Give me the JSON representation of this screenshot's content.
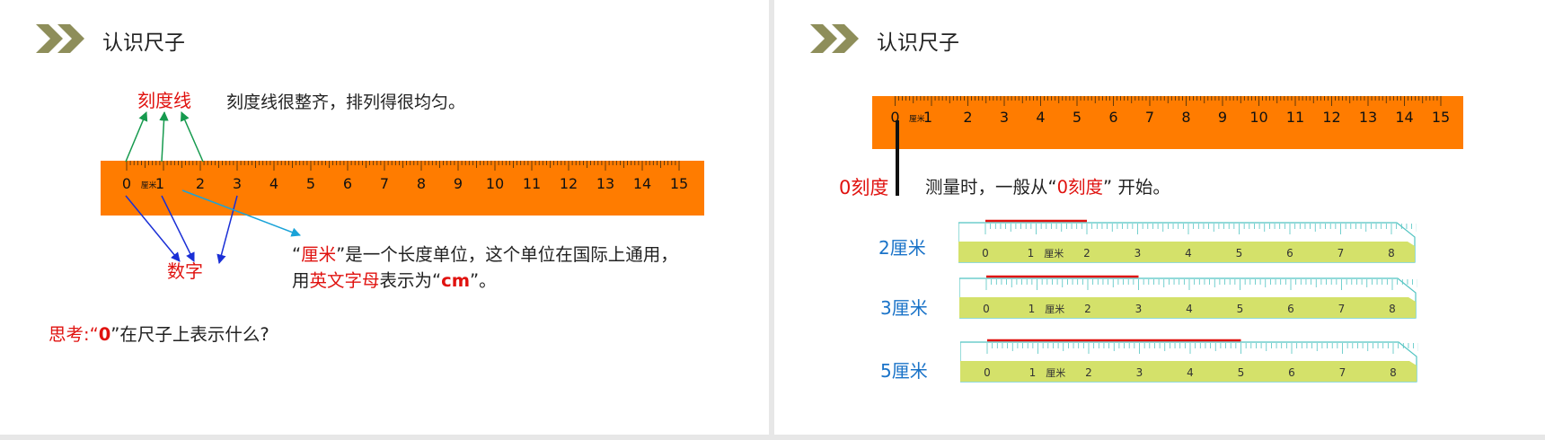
{
  "left": {
    "title": "认识尺子",
    "ruler": {
      "numbers": [
        "0",
        "1",
        "2",
        "3",
        "4",
        "5",
        "6",
        "7",
        "8",
        "9",
        "10",
        "11",
        "12",
        "13",
        "14",
        "15"
      ],
      "unit": "厘米"
    },
    "label_tick": "刻度线",
    "tick_desc": "刻度线很整齐，排列得很均匀。",
    "label_number": "数字",
    "cm_line1": {
      "q1": "“",
      "word": "厘米",
      "rest": "”是一个长度单位，这个单位在国际上通用，"
    },
    "cm_line2": {
      "a": "用",
      "word": "英文字母",
      "b": "表示为“",
      "cm": "cm",
      "c": "”。"
    },
    "think": {
      "label": "思考:“",
      "zero": "0",
      "rest": "”在尺子上表示什么?"
    }
  },
  "right": {
    "title": "认识尺子",
    "ruler": {
      "numbers": [
        "0",
        "1",
        "2",
        "3",
        "4",
        "5",
        "6",
        "7",
        "8",
        "9",
        "10",
        "11",
        "12",
        "13",
        "14",
        "15"
      ],
      "unit": "厘米"
    },
    "zero_label": "0刻度",
    "measure": {
      "a": "测量时，一般从“",
      "b": "0刻度",
      "c": "” 开始。"
    },
    "small_ruler": {
      "numbers": [
        "0",
        "1",
        "2",
        "3",
        "4",
        "5",
        "6",
        "7",
        "8"
      ],
      "unit": "厘米"
    },
    "rows": [
      {
        "label": "2厘米",
        "length": 2
      },
      {
        "label": "3厘米",
        "length": 3
      },
      {
        "label": "5厘米",
        "length": 5
      }
    ],
    "colors": {
      "ruler": "#ff7c00",
      "small_ruler": "#d4e16a",
      "small_border": "#52c4c2",
      "mark": "#e0120f"
    }
  }
}
